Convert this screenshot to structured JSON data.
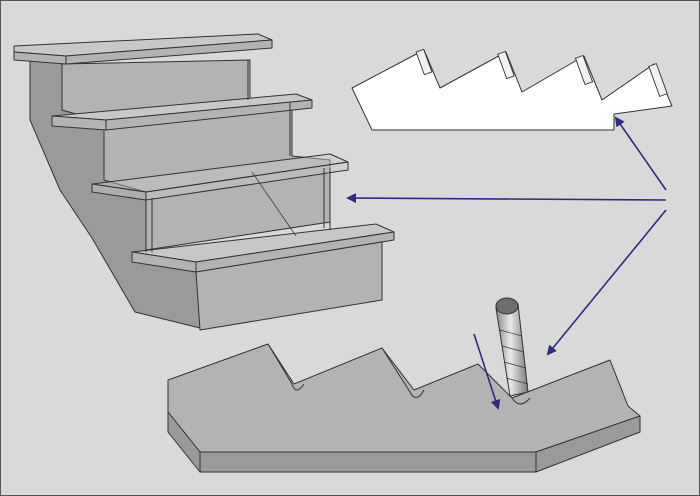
{
  "colors": {
    "background": "#d9d9d9",
    "border": "#555555",
    "gray_fill": "#b3b3b3",
    "gray_dark": "#9a9a9a",
    "gray_light": "#c8c8c8",
    "white_fill": "#ffffff",
    "line": "#333333",
    "arrow": "#2c2c86"
  },
  "figure": {
    "views": [
      "stair-assembly-3d",
      "stringer-profile-white",
      "stringer-routing-gray"
    ],
    "arrows_from_origin": 3,
    "router_bit_arrow": true
  }
}
